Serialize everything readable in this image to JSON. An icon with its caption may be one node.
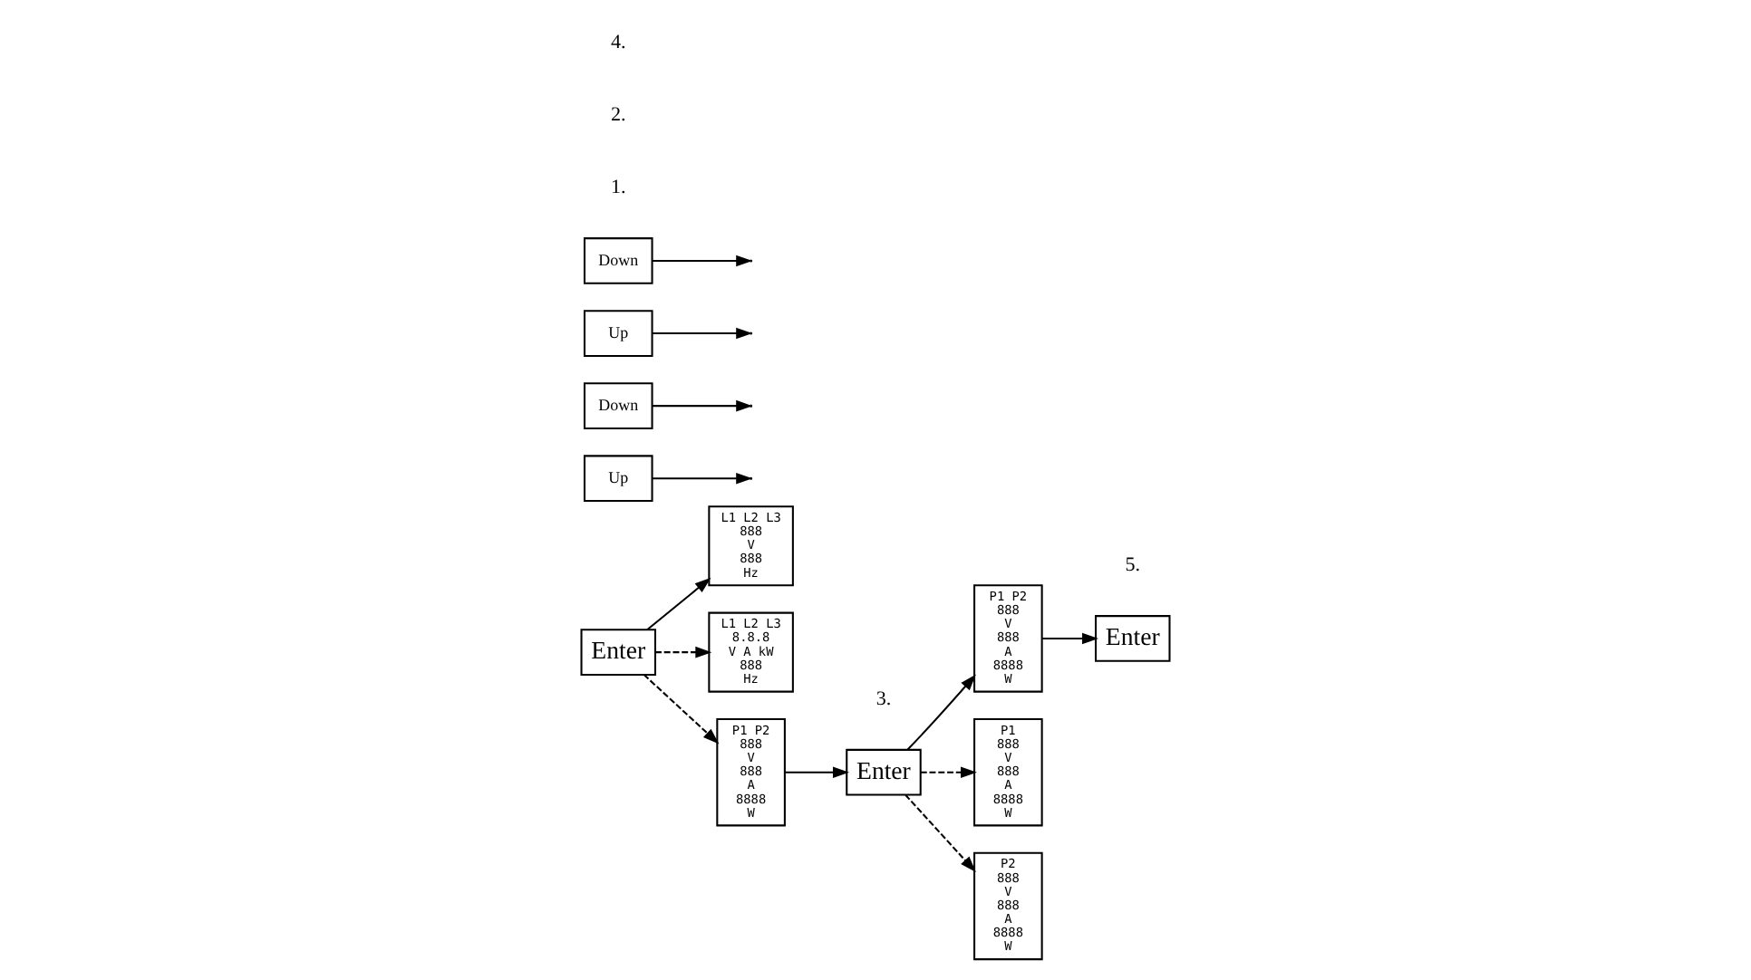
{
  "diagram": {
    "nodes": [
      {
        "text": [
          "Enter"
        ]
      },
      {
        "text": [
          "L1 L2 L3",
          "888",
          "V",
          "888",
          "Hz"
        ]
      },
      {
        "text": [
          "L1 L2 L3",
          "8.8.8",
          "V A kW",
          "888",
          "Hz"
        ]
      },
      {
        "text": [
          "P1 P2",
          "888",
          "V",
          "888",
          "A",
          "8888",
          "W"
        ]
      },
      {
        "text": [
          "Up"
        ]
      },
      {
        "text": [
          "Down"
        ]
      },
      {
        "text": [
          "Enter"
        ]
      },
      {
        "text": [
          "P1 P2",
          "888",
          "V",
          "888",
          "A",
          "8888",
          "W"
        ]
      },
      {
        "text": [
          "P1",
          "888",
          "V",
          "888",
          "A",
          "8888",
          "W"
        ]
      },
      {
        "text": [
          "P2",
          "888",
          "V",
          "888",
          "A",
          "8888",
          "W"
        ]
      },
      {
        "text": [
          "Up"
        ]
      },
      {
        "text": [
          "Down"
        ]
      },
      {
        "text": [
          "Enter"
        ]
      }
    ],
    "edges": [
      {
        "from": 0,
        "to": 1,
        "arrow": "to"
      },
      {
        "from": 0,
        "to": 2,
        "arrow": "to",
        "style": "dashed"
      },
      {
        "from": 0,
        "to": 3,
        "arrow": "to",
        "style": "dashed"
      },
      {
        "from": 4,
        "to": null,
        "arrow": "to"
      },
      {
        "from": 5,
        "to": null,
        "arrow": "to"
      },
      {
        "from": 3,
        "to": 6,
        "arrow": "to"
      },
      {
        "from": 6,
        "to": 7,
        "arrow": "to"
      },
      {
        "from": 6,
        "to": 8,
        "arrow": "to",
        "style": "dashed"
      },
      {
        "from": 6,
        "to": 9,
        "arrow": "to",
        "style": "dashed"
      },
      {
        "from": 10,
        "to": null,
        "arrow": "to"
      },
      {
        "from": 11,
        "to": null,
        "arrow": "to"
      },
      {
        "from": 7,
        "to": 12,
        "arrow": "to"
      }
    ],
    "labels": [
      "1.",
      "2.",
      "3.",
      "4.",
      "5."
    ]
  }
}
